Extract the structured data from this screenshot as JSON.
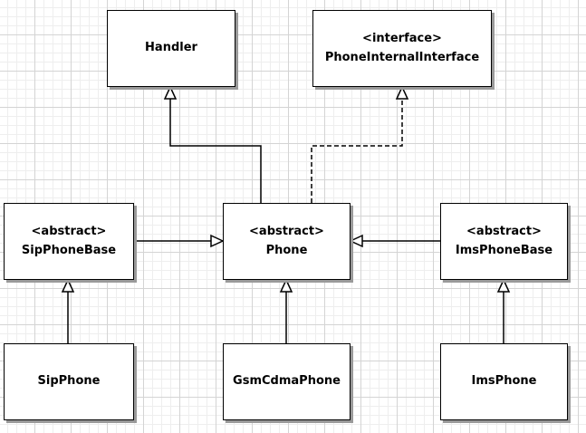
{
  "classes": {
    "handler": {
      "name": "Handler"
    },
    "phone_internal_interface": {
      "stereotype": "<interface>",
      "name": "PhoneInternalInterface"
    },
    "sip_phone_base": {
      "stereotype": "<abstract>",
      "name": "SipPhoneBase"
    },
    "phone": {
      "stereotype": "<abstract>",
      "name": "Phone"
    },
    "ims_phone_base": {
      "stereotype": "<abstract>",
      "name": "ImsPhoneBase"
    },
    "sip_phone": {
      "name": "SipPhone"
    },
    "gsm_cdma_phone": {
      "name": "GsmCdmaPhone"
    },
    "ims_phone": {
      "name": "ImsPhone"
    }
  },
  "relations": [
    {
      "from": "phone",
      "to": "handler",
      "kind": "inheritance"
    },
    {
      "from": "phone",
      "to": "phone_internal_interface",
      "kind": "realization"
    },
    {
      "from": "sip_phone_base",
      "to": "phone",
      "kind": "inheritance"
    },
    {
      "from": "ims_phone_base",
      "to": "phone",
      "kind": "inheritance"
    },
    {
      "from": "sip_phone",
      "to": "sip_phone_base",
      "kind": "inheritance"
    },
    {
      "from": "gsm_cdma_phone",
      "to": "phone",
      "kind": "inheritance"
    },
    {
      "from": "ims_phone",
      "to": "ims_phone_base",
      "kind": "inheritance"
    }
  ]
}
